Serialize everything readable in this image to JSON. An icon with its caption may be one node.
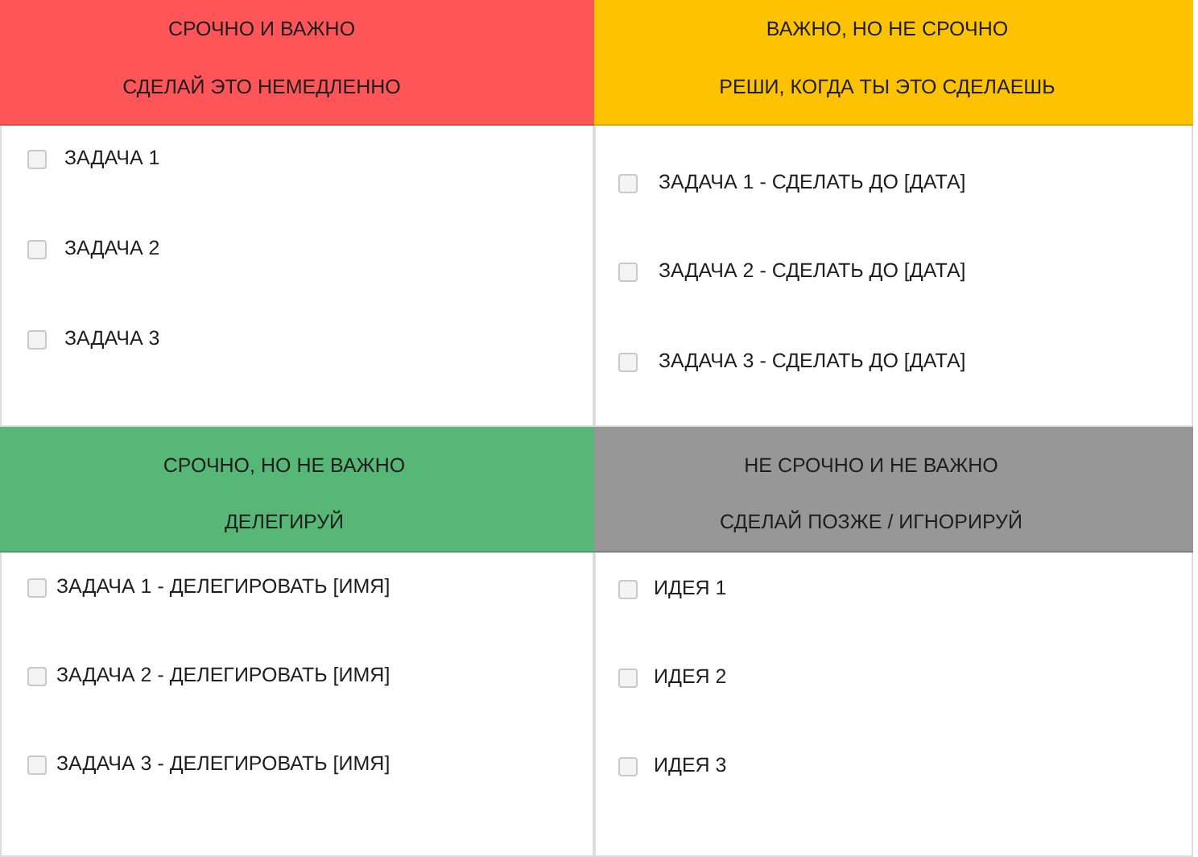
{
  "diagram": {
    "nodes": [
      {
        "text": [
          "СРОЧНО И ВАЖНО",
          "СДЕЛАЙ ЭТО НЕМЕДЛЕННО"
        ]
      },
      {
        "text": [
          "ВАЖНО, НО НЕ СРОЧНО",
          "РЕШИ, КОГДА ТЫ ЭТО СДЕЛАЕШЬ"
        ]
      },
      {
        "text": [
          "ЗАДАЧА 1",
          "ЗАДАЧА 2",
          "ЗАДАЧА 3"
        ]
      },
      {
        "text": [
          "ЗАДАЧА 1 - СДЕЛАТЬ ДО [ДАТА]",
          "ЗАДАЧА 2 - СДЕЛАТЬ ДО [ДАТА]",
          "ЗАДАЧА 3 - СДЕЛАТЬ ДО [ДАТА]"
        ]
      },
      {
        "text": [
          "СРОЧНО, НО НЕ ВАЖНО",
          "ДЕЛЕГИРУЙ"
        ]
      },
      {
        "text": [
          "НЕ СРОЧНО И НЕ ВАЖНО",
          "СДЕЛАЙ ПОЗЖЕ / ИГНОРИРУЙ"
        ]
      },
      {
        "text": [
          "ЗАДАЧА 1 - ДЕЛЕГИРОВАТЬ [ИМЯ]",
          "ЗАДАЧА 2 - ДЕЛЕГИРОВАТЬ [ИМЯ]",
          "ЗАДАЧА 3 - ДЕЛЕГИРОВАТЬ [ИМЯ]"
        ]
      },
      {
        "text": [
          "ИДЕЯ 1",
          "ИДЕЯ 2",
          "ИДЕЯ 3"
        ]
      }
    ]
  }
}
